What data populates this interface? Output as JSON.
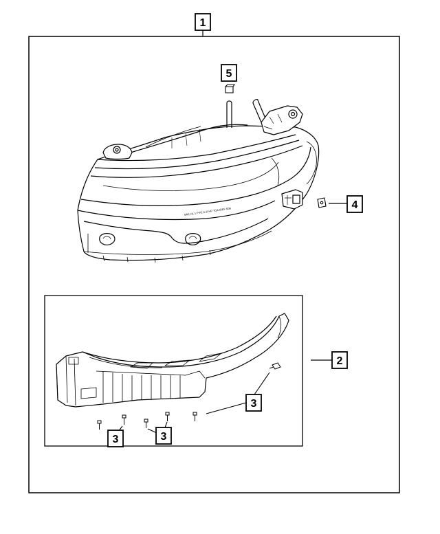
{
  "callouts": {
    "assembly": "1",
    "bracket": "2",
    "screws_right": "3",
    "screws_left": "3",
    "screws_center": "3",
    "clip_nut": "4",
    "cap": "5"
  },
  "lens_marking": "SAE HL 1 P P2 A 2I HP 7OA IDEF 60B",
  "colors": {
    "line": "#000000",
    "background": "#ffffff"
  }
}
